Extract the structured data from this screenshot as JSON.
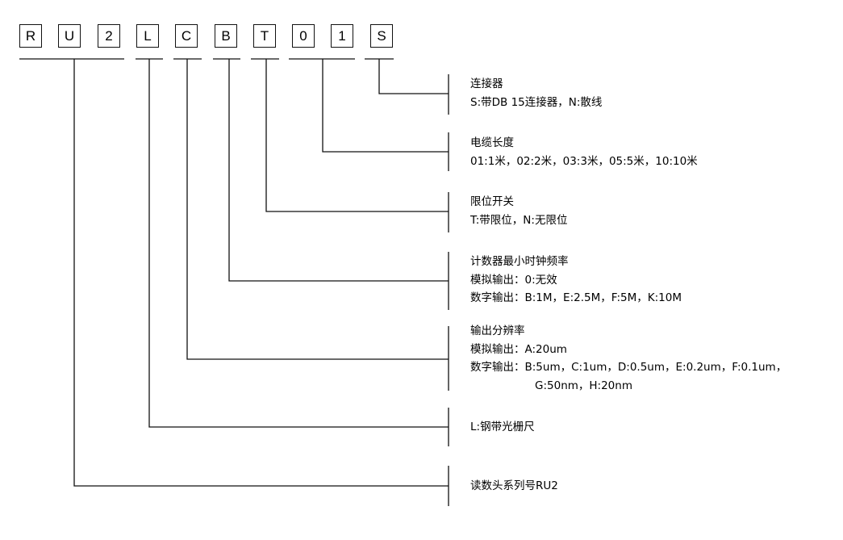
{
  "code_chars": [
    "R",
    "U",
    "2",
    "L",
    "C",
    "B",
    "T",
    "0",
    "1",
    "S"
  ],
  "descriptions": [
    {
      "lines": [
        "连接器",
        "S:带DB 15连接器，N:散线"
      ]
    },
    {
      "lines": [
        "电缆长度",
        "01:1米，02:2米，03:3米，05:5米，10:10米"
      ]
    },
    {
      "lines": [
        "限位开关",
        "T:带限位，N:无限位"
      ]
    },
    {
      "lines": [
        "计数器最小时钟频率",
        "模拟输出：0:无效",
        "数字输出：B:1M，E:2.5M，F:5M，K:10M"
      ]
    },
    {
      "lines": [
        "输出分辨率",
        "模拟输出：A:20um",
        "数字输出：B:5um，C:1um，D:0.5um，E:0.2um，F:0.1um，",
        "G:50nm，H:20nm"
      ]
    },
    {
      "lines": [
        "L:钢带光栅尺"
      ]
    },
    {
      "lines": [
        "读数头系列号RU2"
      ]
    }
  ]
}
